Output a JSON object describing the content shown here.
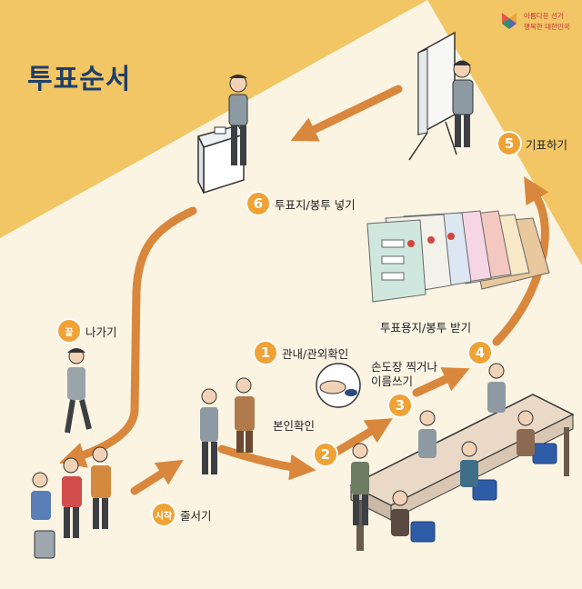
{
  "title": "투표순서",
  "logo": {
    "line1": "아름다운 선거",
    "line2": "행복한 대한민국"
  },
  "steps": [
    {
      "badge": "시작",
      "label": "줄서기"
    },
    {
      "badge": "1",
      "label": "관내/관외확인"
    },
    {
      "badge": "2",
      "label": "본인확인"
    },
    {
      "badge": "3",
      "label": "손도장 찍거나\n이름쓰기"
    },
    {
      "badge": "4",
      "label": "투표용지/봉투 받기"
    },
    {
      "badge": "5",
      "label": "기표하기"
    },
    {
      "badge": "6",
      "label": "투표지/봉투 넣기"
    },
    {
      "badge": "끝",
      "label": "나가기"
    }
  ],
  "colors": {
    "background": "#fbf4e3",
    "top_band": "#f2c664",
    "path_arrow": "#d9873c",
    "title": "#1f3f6b",
    "badge": "#f0a235"
  }
}
